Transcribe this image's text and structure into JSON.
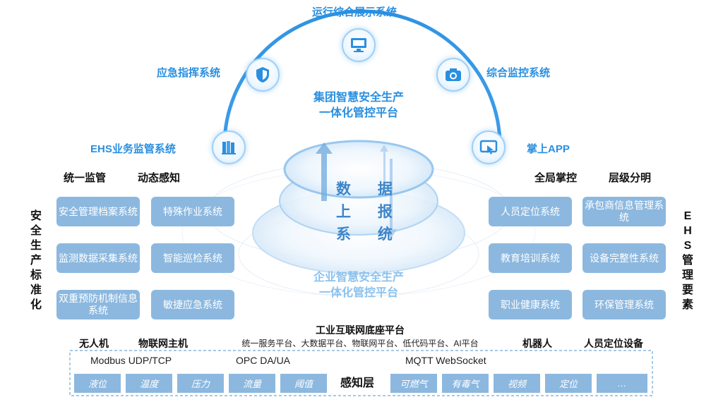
{
  "top_systems": {
    "operation": "运行综合展示系统",
    "emergency": "应急指挥系统",
    "monitoring": "综合监控系统",
    "ehs": "EHS业务监管系统",
    "app": "掌上APP"
  },
  "group_platform": [
    "集团智慧安全生产",
    "一体化管控平台"
  ],
  "core": [
    "数 据",
    "上 报",
    "系 统"
  ],
  "enterprise_platform": [
    "企业智慧安全生产",
    "一体化管控平台"
  ],
  "left": {
    "col1_title": "统一监管",
    "col2_title": "动态感知",
    "col1": [
      "安全管理档案系统",
      "监测数据采集系统",
      "双重预防机制信息系统"
    ],
    "col2": [
      "特殊作业系统",
      "智能巡检系统",
      "敏捷应急系统"
    ],
    "vertical": [
      "安",
      "全",
      "生",
      "产",
      "标",
      "准",
      "化"
    ]
  },
  "right": {
    "col1_title": "全局掌控",
    "col2_title": "层级分明",
    "col1": [
      "人员定位系统",
      "教育培训系统",
      "职业健康系统"
    ],
    "col2": [
      "承包商信息管理系统",
      "设备完整性系统",
      "环保管理系统"
    ],
    "vertical": [
      "E",
      "H",
      "S",
      "管",
      "理",
      "要",
      "素"
    ]
  },
  "bottom": {
    "internet_platform": "工业互联网底座平台",
    "services": "统一服务平台、大数据平台、物联网平台、低代码平台、AI平台",
    "drone": "无人机",
    "iot_host": "物联网主机",
    "robot": "机器人",
    "positioning_device": "人员定位设备",
    "protocol1": "Modbus  UDP/TCP",
    "protocol2": "OPC  DA/UA",
    "protocol3": "MQTT  WebSocket",
    "sensing_layer": "感知层",
    "cells_left": [
      "液位",
      "温度",
      "压力",
      "流量",
      "阈值"
    ],
    "cells_right": [
      "可燃气",
      "有毒气",
      "视频",
      "定位",
      "…"
    ]
  }
}
